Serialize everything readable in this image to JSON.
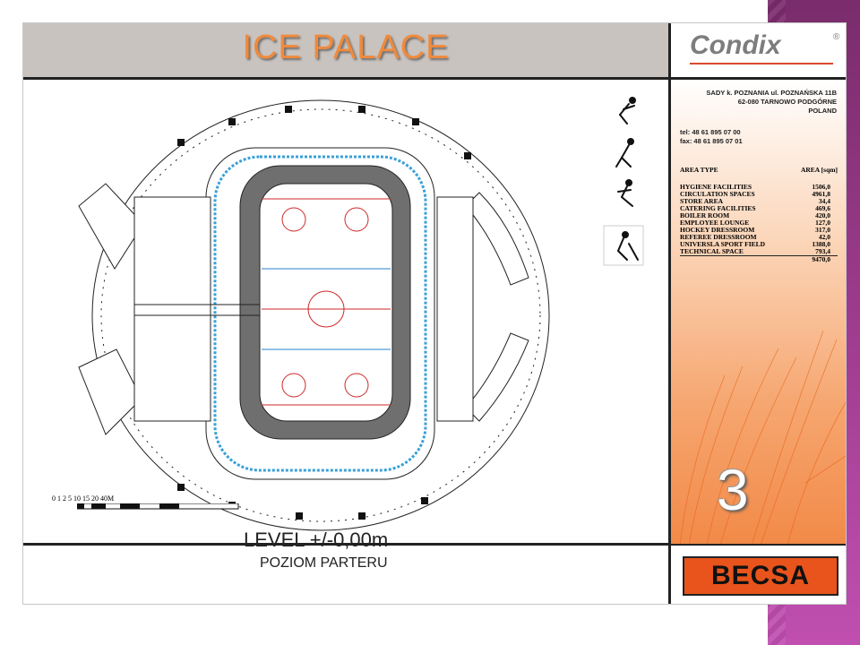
{
  "header": {
    "title": "ICE PALACE",
    "brand": "Condix",
    "brand_mark": "®"
  },
  "address": {
    "line1": "SADY k. POZNANIA ul. POZNAŃSKA 11B",
    "line2": "62-080 TARNOWO PODGÓRNE",
    "line3": "POLAND"
  },
  "contact": {
    "tel": "tel:   48 61 895 07 00",
    "fax": "fax:  48 61 895 07 01"
  },
  "area_table": {
    "header_type": "AREA TYPE",
    "header_area": "AREA [sqm]",
    "rows": [
      {
        "type": "HYGIENE FACILITIES",
        "area": "1506,0"
      },
      {
        "type": "CIRCULATION SPACES",
        "area": "4961,8"
      },
      {
        "type": "STORE AREA",
        "area": "34,4"
      },
      {
        "type": "CATERING FACILITIES",
        "area": "469,6"
      },
      {
        "type": "BOILER ROOM",
        "area": "420,0"
      },
      {
        "type": "EMPLOYEE LOUNGE",
        "area": "127,0"
      },
      {
        "type": "HOCKEY DRESSROOM",
        "area": "317,0"
      },
      {
        "type": "REFEREE DRESSROOM",
        "area": "42,0"
      },
      {
        "type": "UNIVERSLA SPORT FIELD",
        "area": "1388,0"
      },
      {
        "type": "TECHNICAL SPACE",
        "area": "793,4"
      }
    ],
    "total": "9470,0"
  },
  "page_number": "3",
  "level": {
    "label": "LEVEL +/-0,00m",
    "sub": "POZIOM PARTERU"
  },
  "footer_brand": "BECSA",
  "scale": {
    "ticks": "0 1 2   5      10     15     20                    40",
    "unit": "M"
  },
  "icons": [
    "volleyball-player-icon",
    "hockey-player-icon",
    "skater-icon",
    "hockey-stick-player-icon"
  ],
  "colors": {
    "title": "#f08a3c",
    "accent": "#e8541c",
    "purple": "#9a3a8a",
    "rink_red": "#cc2a2a",
    "rink_blue": "#2a7fcc",
    "seats": "#3aa0d8"
  }
}
